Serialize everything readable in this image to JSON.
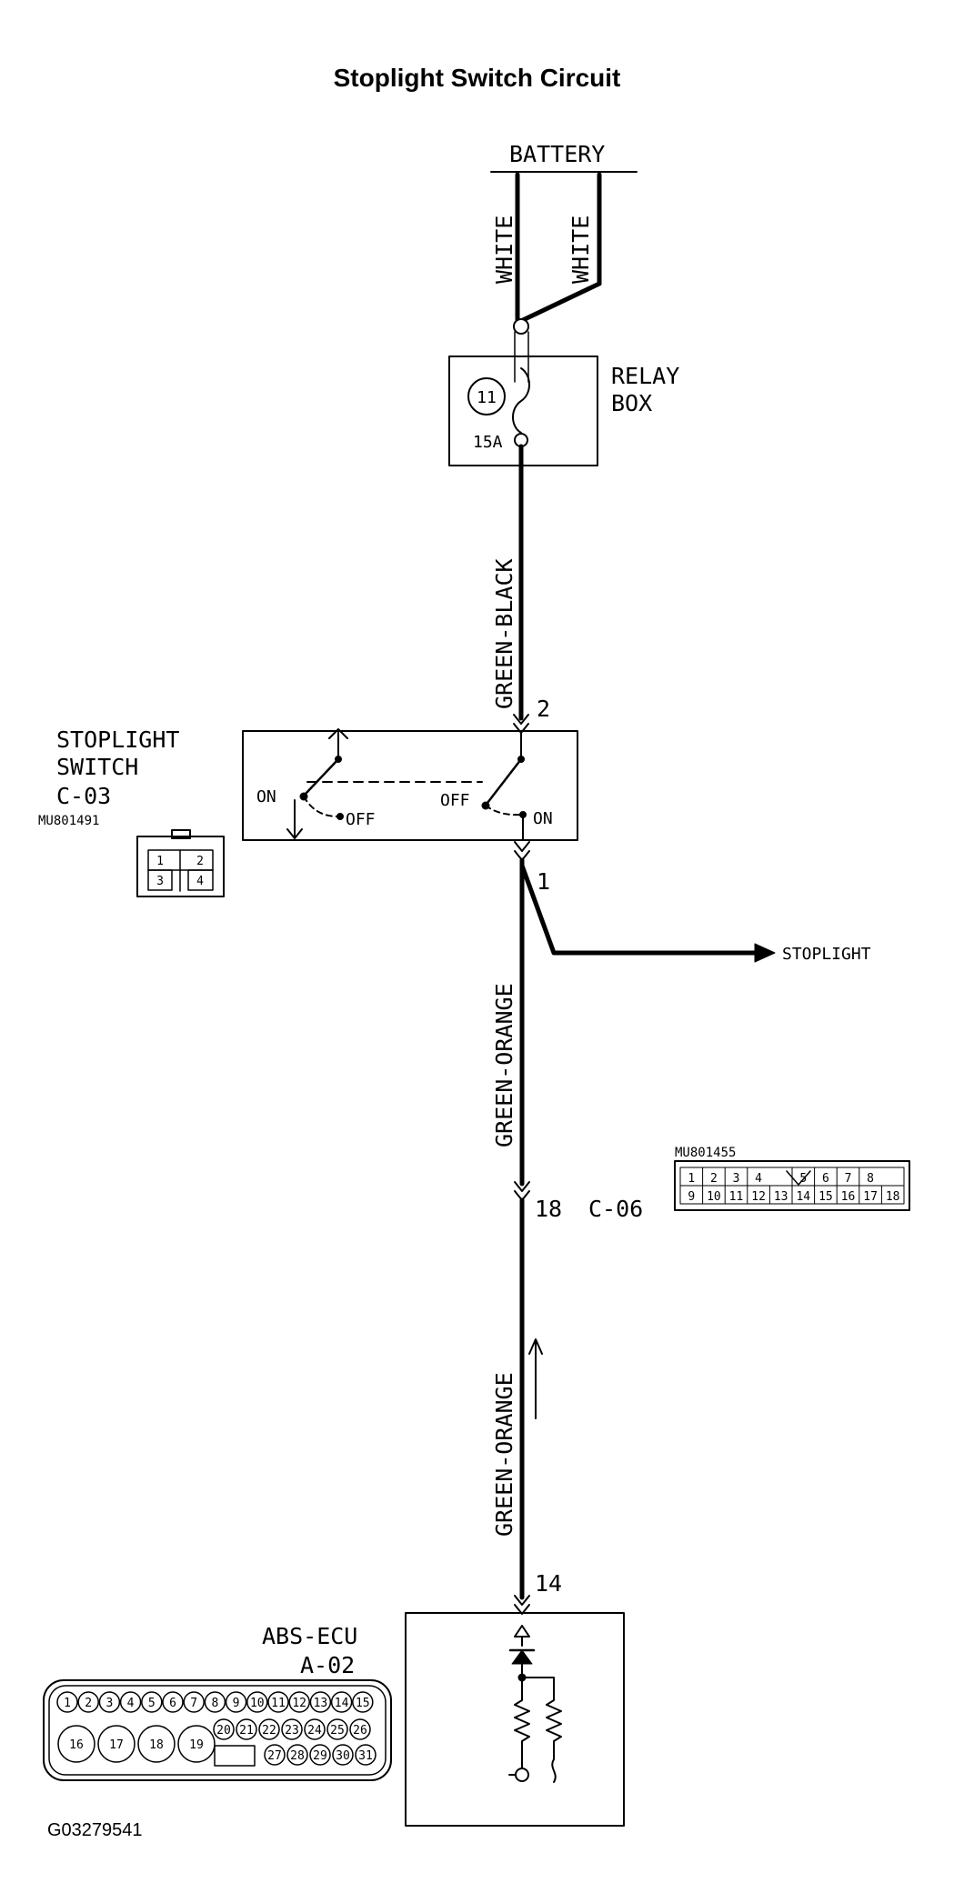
{
  "title": "Stoplight Switch Circuit",
  "figure_id": "G03279541",
  "battery": {
    "label": "BATTERY"
  },
  "wires": {
    "white_left": "WHITE",
    "white_right": "WHITE",
    "green_black": "GREEN-BLACK",
    "green_orange_upper": "GREEN-ORANGE",
    "green_orange_lower": "GREEN-ORANGE"
  },
  "relay_box": {
    "label_line1": "RELAY",
    "label_line2": "BOX",
    "fuse_number": "11",
    "fuse_rating": "15A"
  },
  "stoplight_switch": {
    "label_line1": "STOPLIGHT",
    "label_line2": "SWITCH",
    "connector": "C-03",
    "part_number": "MU801491",
    "pin_top": "2",
    "pin_bottom": "1",
    "left_on": "ON",
    "left_off": "OFF",
    "right_off": "OFF",
    "right_on": "ON",
    "connector_pins": [
      "1",
      "2",
      "3",
      "4"
    ]
  },
  "stoplight": {
    "label": "STOPLIGHT"
  },
  "junction": {
    "pin": "18",
    "connector": "C-06",
    "part_number": "MU801455",
    "row1": [
      "1",
      "2",
      "3",
      "4",
      "5",
      "6",
      "7",
      "8"
    ],
    "row2": [
      "9",
      "10",
      "11",
      "12",
      "13",
      "14",
      "15",
      "16",
      "17",
      "18"
    ]
  },
  "abs_ecu": {
    "label": "ABS-ECU",
    "connector": "A-02",
    "pin": "14",
    "small_pins": [
      "1",
      "2",
      "3",
      "4",
      "5",
      "6",
      "7",
      "8",
      "9",
      "10",
      "11",
      "12",
      "13",
      "14",
      "15"
    ],
    "large_pins": [
      "16",
      "17",
      "18",
      "19"
    ],
    "mid_pins_top": [
      "20",
      "21",
      "22",
      "23",
      "24",
      "25",
      "26"
    ],
    "mid_pins_bottom": [
      "27",
      "28",
      "29",
      "30",
      "31"
    ]
  }
}
